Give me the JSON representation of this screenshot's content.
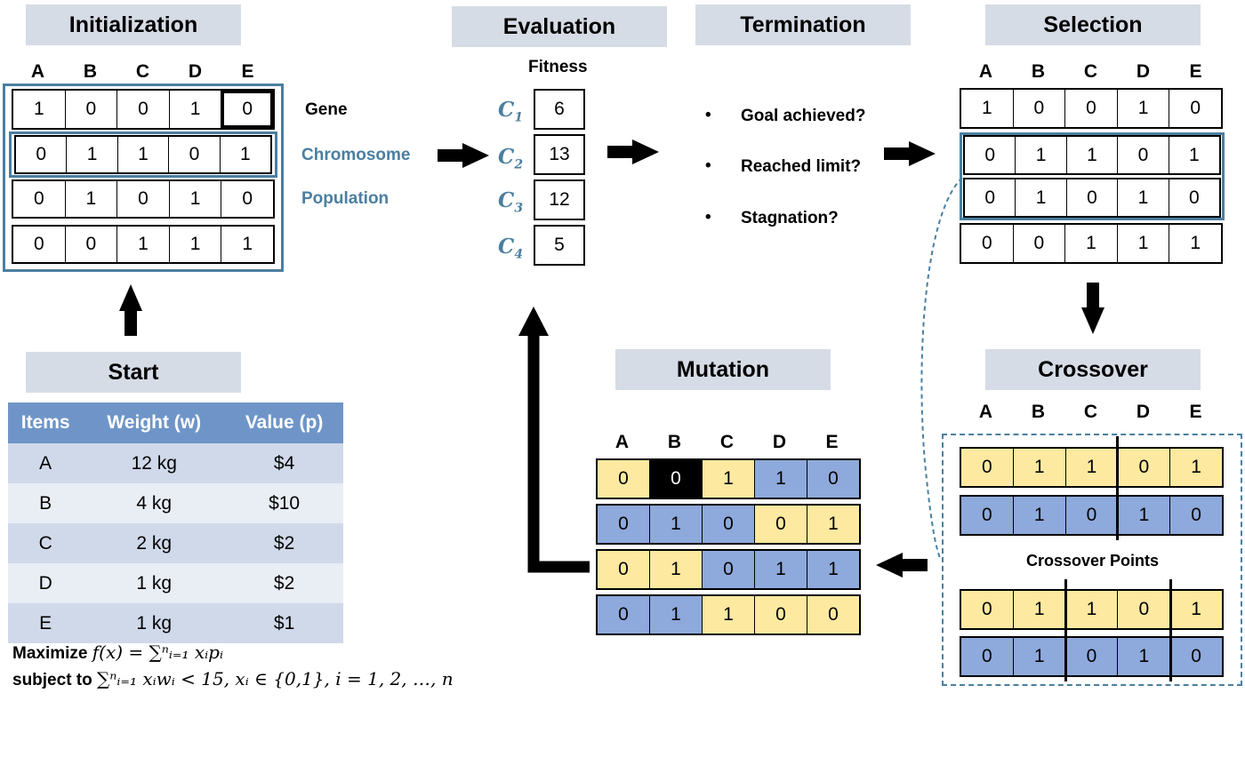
{
  "headers": {
    "initialization": "Initialization",
    "evaluation": "Evaluation",
    "termination": "Termination",
    "selection": "Selection",
    "start": "Start",
    "mutation": "Mutation",
    "crossover": "Crossover"
  },
  "columns": [
    "A",
    "B",
    "C",
    "D",
    "E"
  ],
  "initialization": {
    "rows": [
      [
        "1",
        "0",
        "0",
        "1",
        "0"
      ],
      [
        "0",
        "1",
        "1",
        "0",
        "1"
      ],
      [
        "0",
        "1",
        "0",
        "1",
        "0"
      ],
      [
        "0",
        "0",
        "1",
        "1",
        "1"
      ]
    ],
    "labels": {
      "gene": "Gene",
      "chromosome": "Chromosome",
      "population": "Population"
    }
  },
  "evaluation": {
    "fitness_label": "Fitness",
    "chromosomes": [
      {
        "name": "C",
        "sub": "1",
        "fitness": "6"
      },
      {
        "name": "C",
        "sub": "2",
        "fitness": "13"
      },
      {
        "name": "C",
        "sub": "3",
        "fitness": "12"
      },
      {
        "name": "C",
        "sub": "4",
        "fitness": "5"
      }
    ]
  },
  "termination": {
    "criteria": [
      "Goal achieved?",
      "Reached limit?",
      "Stagnation?"
    ],
    "bullet": "•"
  },
  "selection": {
    "rows": [
      [
        "1",
        "0",
        "0",
        "1",
        "0"
      ],
      [
        "0",
        "1",
        "1",
        "0",
        "1"
      ],
      [
        "0",
        "1",
        "0",
        "1",
        "0"
      ],
      [
        "0",
        "0",
        "1",
        "1",
        "1"
      ]
    ]
  },
  "crossover": {
    "parents": [
      [
        "0",
        "1",
        "1",
        "0",
        "1"
      ],
      [
        "0",
        "1",
        "0",
        "1",
        "0"
      ]
    ],
    "points_label": "Crossover Points",
    "children": [
      [
        "0",
        "1",
        "1",
        "0",
        "1"
      ],
      [
        "0",
        "1",
        "0",
        "1",
        "0"
      ]
    ]
  },
  "mutation": {
    "rows": [
      [
        "0",
        "0",
        "1",
        "1",
        "0"
      ],
      [
        "0",
        "1",
        "0",
        "0",
        "1"
      ],
      [
        "0",
        "1",
        "0",
        "1",
        "1"
      ],
      [
        "0",
        "1",
        "1",
        "0",
        "0"
      ]
    ]
  },
  "items_table": {
    "headers": [
      "Items",
      "Weight (w)",
      "Value (p)"
    ],
    "rows": [
      [
        "A",
        "12 kg",
        "$4"
      ],
      [
        "B",
        "4 kg",
        "$10"
      ],
      [
        "C",
        "2 kg",
        "$2"
      ],
      [
        "D",
        "1 kg",
        "$2"
      ],
      [
        "E",
        "1 kg",
        "$1"
      ]
    ]
  },
  "formula": {
    "maximize_word": "Maximize",
    "subject_word": "subject to",
    "objective": "f(x) = ∑ⁿᵢ₌₁ xᵢpᵢ",
    "constraint": "∑ⁿᵢ₌₁ xᵢwᵢ < 15, xᵢ ∈ {0,1}, i = 1, 2, …, n"
  },
  "colors": {
    "header_bg": "#d6dce5",
    "teal": "#4a7fa0",
    "yellow": "#fde9a0",
    "blue": "#8ea9db",
    "table_header": "#6f95c8"
  }
}
